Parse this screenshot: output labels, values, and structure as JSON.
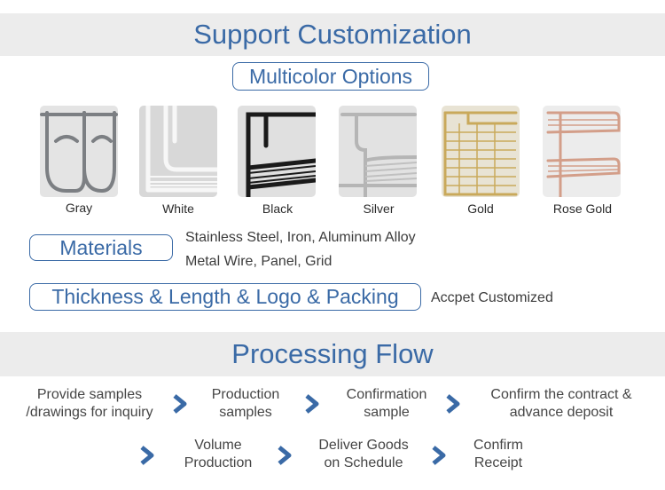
{
  "customization": {
    "title": "Support Customization",
    "multicolor_title": "Multicolor Options",
    "colors": [
      {
        "label": "Gray",
        "wire": "#7c7f83",
        "bg": "#e4e4e4"
      },
      {
        "label": "White",
        "wire": "#f7f7f7",
        "bg": "#d8d8d8"
      },
      {
        "label": "Black",
        "wire": "#1a1a1a",
        "bg": "#e0e0e0"
      },
      {
        "label": "Silver",
        "wire": "#c0c0c0",
        "bg": "#e2e2e2"
      },
      {
        "label": "Gold",
        "wire": "#c9a95b",
        "bg": "#e8e3d4"
      },
      {
        "label": "Rose Gold",
        "wire": "#d39e89",
        "bg": "#ececec"
      }
    ],
    "materials_title": "Materials",
    "materials_line1": "Stainless Steel, Iron, Aluminum Alloy",
    "materials_line2": "Metal Wire, Panel, Grid",
    "thickness_title": "Thickness & Length & Logo & Packing",
    "thickness_value": "Accpet Customized"
  },
  "flow": {
    "title": "Processing Flow",
    "steps": [
      {
        "line1": "Provide samples",
        "line2": "/drawings for inquiry"
      },
      {
        "line1": "Production",
        "line2": "samples"
      },
      {
        "line1": "Confirmation",
        "line2": "sample"
      },
      {
        "line1": "Confirm the contract &",
        "line2": "advance deposit"
      },
      {
        "line1": "Volume",
        "line2": "Production"
      },
      {
        "line1": "Deliver Goods",
        "line2": "on Schedule"
      },
      {
        "line1": "Confirm",
        "line2": "Receipt"
      }
    ]
  },
  "colors": {
    "accent": "#3a6aa6",
    "band": "#ececec"
  }
}
